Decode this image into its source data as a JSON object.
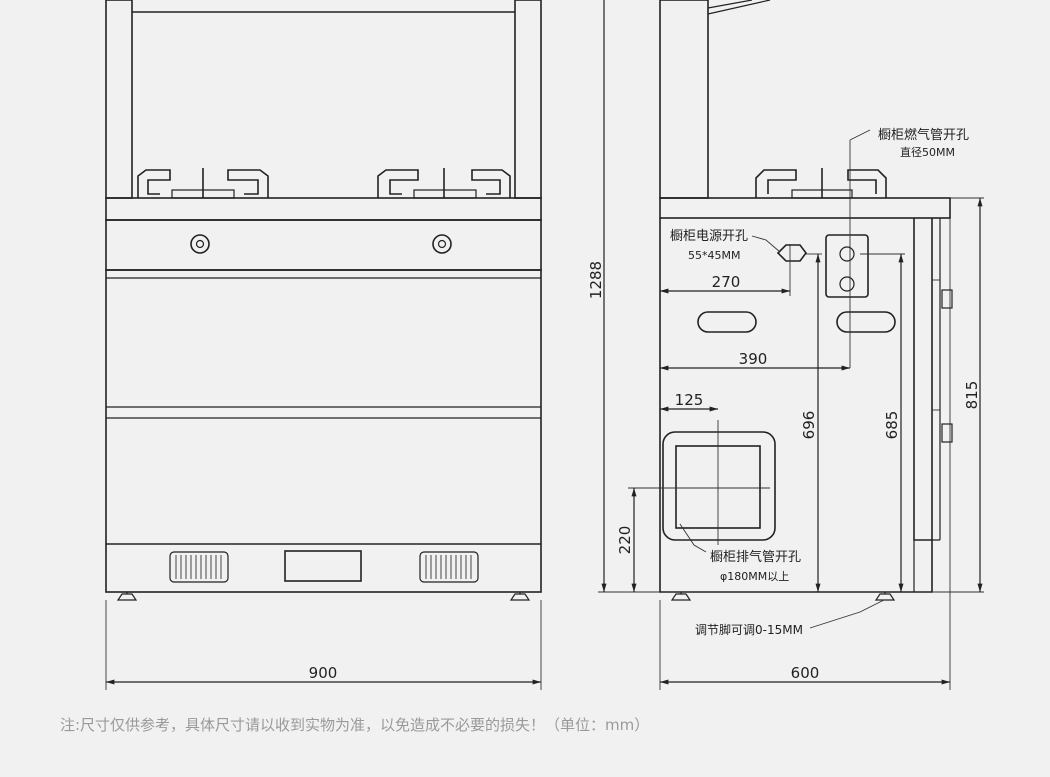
{
  "front_view": {
    "width_label": "900"
  },
  "side_view": {
    "height_total": "1288",
    "width_label": "600",
    "dim_270": "270",
    "dim_390": "390",
    "dim_125": "125",
    "dim_696": "696",
    "dim_685": "685",
    "dim_815": "815",
    "dim_220": "220",
    "gas_hole_title": "橱柜燃气管开孔",
    "gas_hole_size": "直径50MM",
    "power_hole_title": "橱柜电源开孔",
    "power_hole_size": "55*45MM",
    "exhaust_hole_title": "橱柜排气管开孔",
    "exhaust_hole_size": "φ180MM以上",
    "foot_adjust": "调节脚可调0-15MM"
  },
  "footnote": "注:尺寸仅供参考，具体尺寸请以收到实物为准，以免造成不必要的损失！（单位：mm）"
}
